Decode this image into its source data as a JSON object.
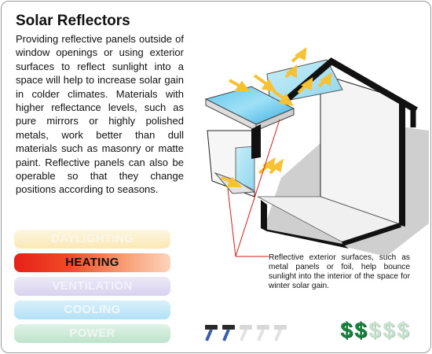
{
  "title": "Solar Reflectors",
  "description": "Providing reflective panels outside of window openings or using exterior surfaces to reflect sunlight into a space will help to increase solar gain in colder climates. Materials with higher reflectance levels, such as pure mirrors or highly polished metals, work better than dull materials such as masonry or matte paint. Reflective panels can also be operable so that they change positions according to seasons.",
  "categories": [
    {
      "id": "daylighting",
      "label": "DAYLIGHTING",
      "active": false
    },
    {
      "id": "heating",
      "label": "HEATING",
      "active": true
    },
    {
      "id": "ventilation",
      "label": "VENTILATION",
      "active": false
    },
    {
      "id": "cooling",
      "label": "COOLING",
      "active": false
    },
    {
      "id": "power",
      "label": "POWER",
      "active": false
    }
  ],
  "diagram": {
    "caption": "Reflective exterior surfaces, such as metal panels or foil, help bounce sunlight into the interior of the space for winter solar gain."
  },
  "difficulty": {
    "filled": 2,
    "total": 5,
    "icon": "hammer-icon"
  },
  "cost": {
    "filled": 2,
    "total": 5,
    "symbol": "$"
  },
  "colors": {
    "accent_red": "#e7201a",
    "dollar_green": "#17823d",
    "arrow_yellow": "#f6c233",
    "glass_blue": "#7fd3ef"
  }
}
